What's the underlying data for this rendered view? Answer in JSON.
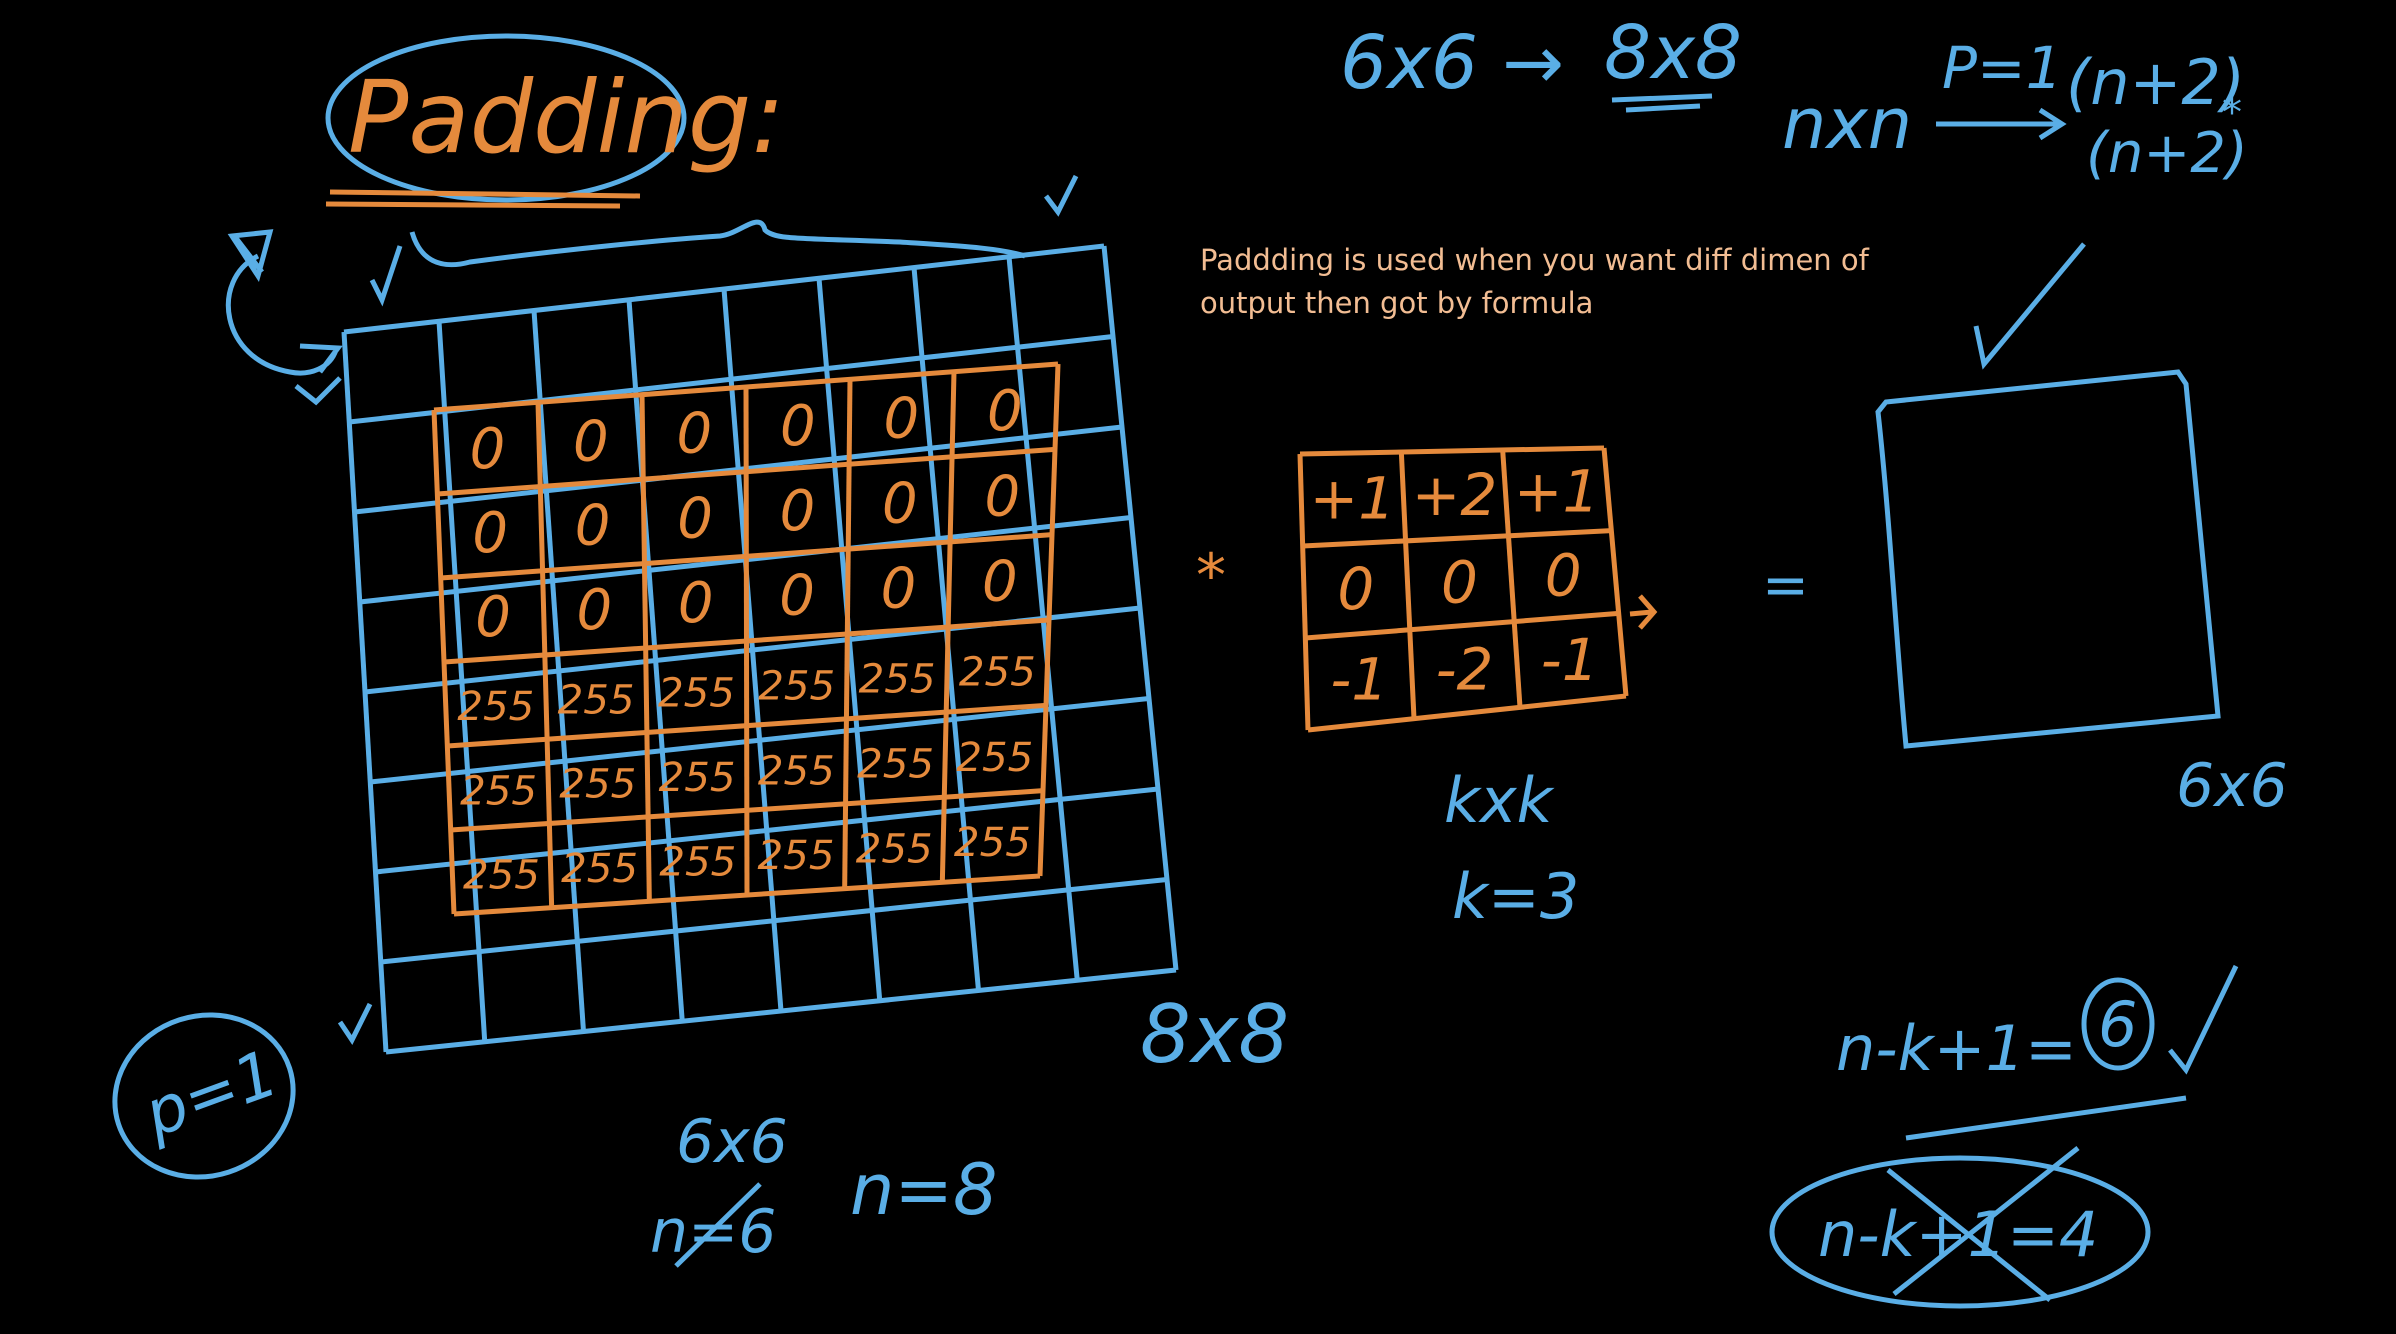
{
  "colors": {
    "background": "#000000",
    "blue": "#5aaee6",
    "orange": "#e58a3c",
    "note_text": "#f2bd93"
  },
  "title": "Padding:",
  "typed_note": {
    "line1": "Paddding is used when you want diff dimen of",
    "line2": "output then got by formula"
  },
  "top_mapping": {
    "from": "6x6",
    "arrow": "→",
    "to": "8x8"
  },
  "general_mapping": {
    "input": "nxn",
    "p_label": "P=1",
    "out_top": "(n+2)",
    "out_bottom": "(n+2)",
    "star": "*"
  },
  "grid_label": "8x8",
  "p_value": "p=1",
  "bottom_notes": {
    "dims": "6x6",
    "crossed": "n=6",
    "n_value": "n=8"
  },
  "input_rows": [
    [
      "0",
      "0",
      "0",
      "0",
      "0",
      "0"
    ],
    [
      "0",
      "0",
      "0",
      "0",
      "0",
      "0"
    ],
    [
      "0",
      "0",
      "0",
      "0",
      "0",
      "0"
    ],
    [
      "255",
      "255",
      "255",
      "255",
      "255",
      "255"
    ],
    [
      "255",
      "255",
      "255",
      "255",
      "255",
      "255"
    ],
    [
      "255",
      "255",
      "255",
      "255",
      "255",
      "255"
    ]
  ],
  "conv_symbol": "*",
  "kernel_rows": [
    [
      "+1",
      "+2",
      "+1"
    ],
    [
      "0",
      "0",
      "0"
    ],
    [
      "-1",
      "-2",
      "-1"
    ]
  ],
  "kernel_label": "kxk",
  "kernel_value": "k=3",
  "equals": "=",
  "output_label": "6x6",
  "formula": {
    "text": "n-k+1=",
    "result": "6"
  },
  "crossed_formula": "n-k+1=4"
}
